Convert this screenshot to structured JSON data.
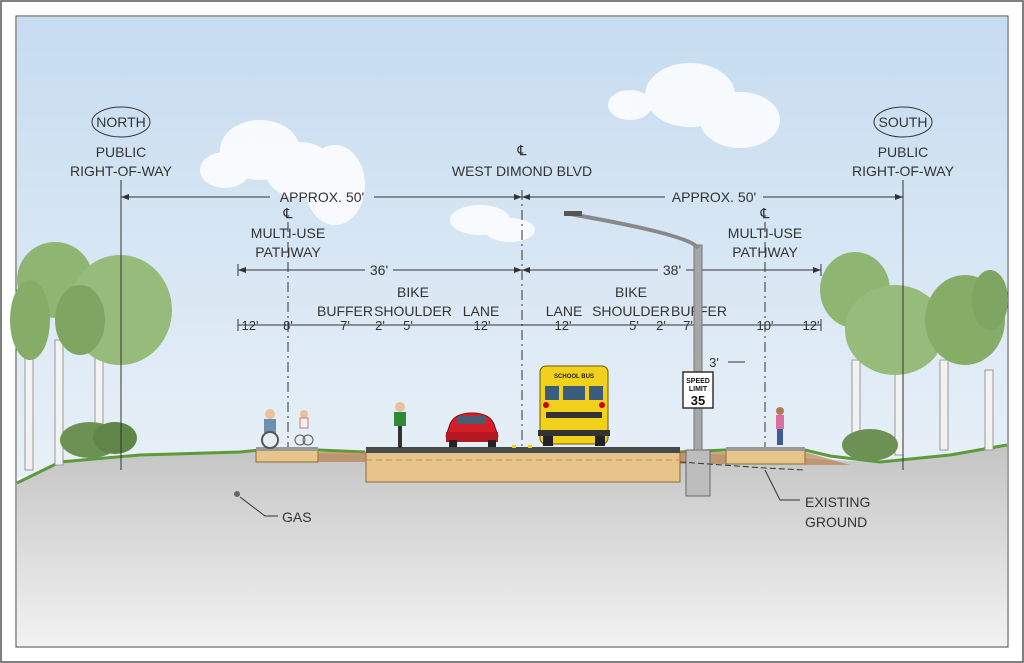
{
  "compass": {
    "north": "NORTH",
    "south": "SOUTH"
  },
  "row_labels": {
    "north_row": [
      "PUBLIC",
      "RIGHT-OF-WAY"
    ],
    "south_row": [
      "PUBLIC",
      "RIGHT-OF-WAY"
    ],
    "centerline_symbol": "℄",
    "road_name": "WEST DIMOND BLVD"
  },
  "dimensions": {
    "north_row_width": "APPROX. 50'",
    "south_row_width": "APPROX. 50'",
    "north_section_width": "36'",
    "south_section_width": "38'",
    "sign_offset": "3'"
  },
  "pathways": {
    "north": [
      "MULTI-USE",
      "PATHWAY"
    ],
    "south": [
      "MULTI-USE",
      "PATHWAY"
    ]
  },
  "segment_labels": {
    "north": {
      "buffer": "BUFFER",
      "bike": "BIKE",
      "shoulder": "SHOULDER",
      "lane": "LANE"
    },
    "south": {
      "lane": "LANE",
      "bike": "BIKE",
      "shoulder": "SHOULDER",
      "buffer": "BUFFER"
    }
  },
  "segment_widths": {
    "north": [
      "12'",
      "8'",
      "7'",
      "2'",
      "5'",
      "12'"
    ],
    "south": [
      "12'",
      "5'",
      "2'",
      "7'",
      "10'",
      "12'"
    ]
  },
  "bus_label": "SCHOOL BUS",
  "sign": {
    "line1": "SPEED",
    "line2": "LIMIT",
    "value": "35"
  },
  "utilities": {
    "gas": "GAS"
  },
  "ground": [
    "EXISTING",
    "GROUND"
  ],
  "colors": {
    "sky_top": "#c9def1",
    "sky_bottom": "#e4eef8",
    "grass": "#5c9a3a",
    "subsurface": "#c9c9c9",
    "road_base": "#e6c48a",
    "asphalt": "#4a4a4a",
    "bus": "#f2d11a",
    "car": "#d41f2a",
    "tree_foliage": "#8fb573"
  }
}
